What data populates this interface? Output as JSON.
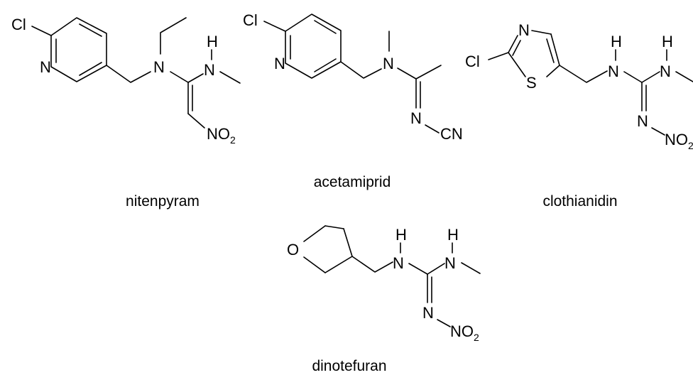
{
  "compounds": [
    {
      "name": "nitenpyram",
      "atoms": {
        "cl": "Cl",
        "n_ring": "N",
        "n_amine": "N",
        "h": "H",
        "n_nh": "N",
        "no2_main": "NO",
        "no2_sub": "2"
      }
    },
    {
      "name": "acetamiprid",
      "atoms": {
        "cl": "Cl",
        "n_ring": "N",
        "n_amine": "N",
        "n_imine": "N",
        "cn": "CN"
      }
    },
    {
      "name": "clothianidin",
      "atoms": {
        "n_ring": "N",
        "cl": "Cl",
        "s": "S",
        "h1": "H",
        "n1": "N",
        "h2": "H",
        "n2": "N",
        "n_imine": "N",
        "no2_main": "NO",
        "no2_sub": "2"
      }
    },
    {
      "name": "dinotefuran",
      "atoms": {
        "o": "O",
        "h1": "H",
        "n1": "N",
        "h2": "H",
        "n2": "N",
        "n_imine": "N",
        "no2_main": "NO",
        "no2_sub": "2"
      }
    }
  ],
  "colors": {
    "ink": "#000000",
    "background": "#ffffff"
  }
}
